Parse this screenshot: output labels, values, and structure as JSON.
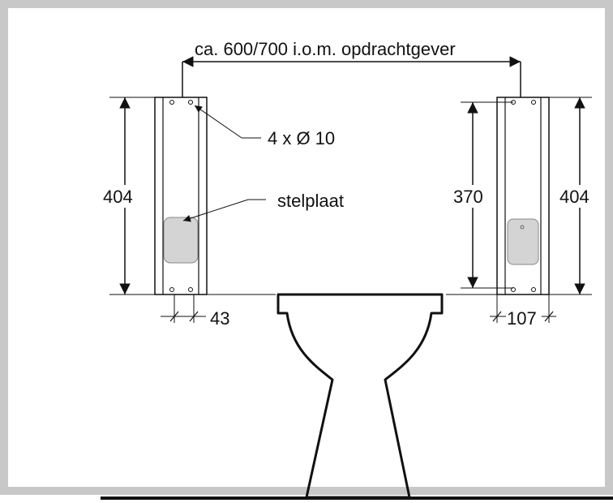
{
  "diagram": {
    "width_label": "ca. 600/700  i.o.m. opdrachtgever",
    "left_height": "404",
    "fixing_label": "4 x Ø 10",
    "plate_label": "stelplaat",
    "left_width": "43",
    "right_inner_height": "370",
    "right_height": "404",
    "right_width": "107"
  },
  "colors": {
    "line": "#111111",
    "plate_fill": "#d4d4d4",
    "frame_border": "#c8c8c8"
  }
}
